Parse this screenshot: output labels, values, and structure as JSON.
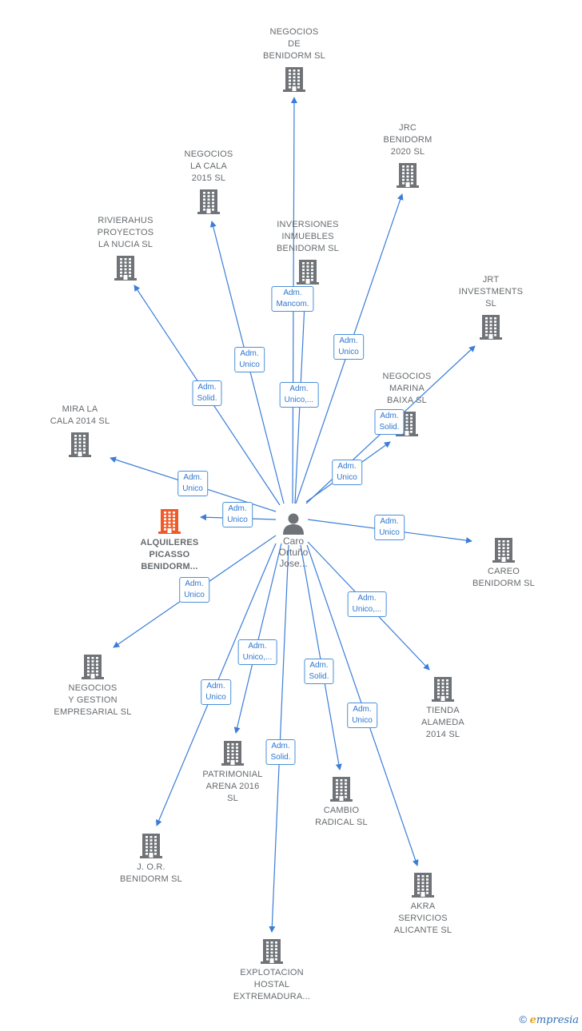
{
  "center": {
    "name_lines": [
      "Caro",
      "Ortuño",
      "Jose..."
    ],
    "icon": "person-icon"
  },
  "companies": [
    {
      "id": "negocios-de-benidorm",
      "lines": [
        "NEGOCIOS",
        "DE",
        "BENIDORM SL"
      ],
      "highlight": false
    },
    {
      "id": "jrc-benidorm",
      "lines": [
        "JRC",
        "BENIDORM",
        "2020  SL"
      ],
      "highlight": false
    },
    {
      "id": "negocios-la-cala",
      "lines": [
        "NEGOCIOS",
        "LA CALA",
        "2015  SL"
      ],
      "highlight": false
    },
    {
      "id": "rivierahus",
      "lines": [
        "RIVIERAHUS",
        "PROYECTOS",
        "LA NUCIA  SL"
      ],
      "highlight": false
    },
    {
      "id": "inversiones-inmuebles",
      "lines": [
        "INVERSIONES",
        "INMUEBLES",
        "BENIDORM  SL"
      ],
      "highlight": false
    },
    {
      "id": "jrt-investments",
      "lines": [
        "JRT",
        "INVESTMENTS",
        "SL"
      ],
      "highlight": false
    },
    {
      "id": "negocios-marina-baixa",
      "lines": [
        "NEGOCIOS",
        "MARINA",
        "BAIXA SL"
      ],
      "highlight": false
    },
    {
      "id": "mira-la-cala",
      "lines": [
        "MIRA LA",
        "CALA 2014  SL"
      ],
      "highlight": false
    },
    {
      "id": "alquileres-picasso",
      "lines": [
        "ALQUILERES",
        "PICASSO",
        "BENIDORM..."
      ],
      "highlight": true
    },
    {
      "id": "careo-benidorm",
      "lines": [
        "CAREO",
        "BENIDORM SL"
      ],
      "highlight": false
    },
    {
      "id": "negocios-y-gestion",
      "lines": [
        "NEGOCIOS",
        "Y GESTION",
        "EMPRESARIAL SL"
      ],
      "highlight": false
    },
    {
      "id": "tienda-alameda",
      "lines": [
        "TIENDA",
        "ALAMEDA",
        "2014  SL"
      ],
      "highlight": false
    },
    {
      "id": "patrimonial-arena",
      "lines": [
        "PATRIMONIAL",
        "ARENA 2016",
        "SL"
      ],
      "highlight": false
    },
    {
      "id": "cambio-radical",
      "lines": [
        "CAMBIO",
        "RADICAL SL"
      ],
      "highlight": false
    },
    {
      "id": "jor-benidorm",
      "lines": [
        "J. O.R.",
        "BENIDORM SL"
      ],
      "highlight": false
    },
    {
      "id": "akra-servicios",
      "lines": [
        "AKRA",
        "SERVICIOS",
        "ALICANTE  SL"
      ],
      "highlight": false
    },
    {
      "id": "explotacion-hostal",
      "lines": [
        "EXPLOTACION",
        "HOSTAL",
        "EXTREMADURA..."
      ],
      "highlight": false
    }
  ],
  "edges": [
    {
      "target": "negocios-de-benidorm",
      "label": [
        "Adm.",
        "Mancom."
      ]
    },
    {
      "target": "jrc-benidorm",
      "label": [
        "Adm.",
        "Unico"
      ]
    },
    {
      "target": "negocios-la-cala",
      "label": [
        "Adm.",
        "Unico"
      ]
    },
    {
      "target": "rivierahus",
      "label": [
        "Adm.",
        "Solid."
      ]
    },
    {
      "target": "inversiones-inmuebles",
      "label": [
        "Adm.",
        "Unico,..."
      ]
    },
    {
      "target": "jrt-investments",
      "label": [
        "Adm.",
        "Solid."
      ]
    },
    {
      "target": "negocios-marina-baixa",
      "label": [
        "Adm.",
        "Unico"
      ]
    },
    {
      "target": "mira-la-cala",
      "label": [
        "Adm.",
        "Unico"
      ]
    },
    {
      "target": "alquileres-picasso",
      "label": [
        "Adm.",
        "Unico"
      ]
    },
    {
      "target": "careo-benidorm",
      "label": [
        "Adm.",
        "Unico"
      ]
    },
    {
      "target": "negocios-y-gestion",
      "label": [
        "Adm.",
        "Unico"
      ]
    },
    {
      "target": "tienda-alameda",
      "label": [
        "Adm.",
        "Unico,..."
      ]
    },
    {
      "target": "patrimonial-arena",
      "label": [
        "Adm.",
        "Unico,..."
      ]
    },
    {
      "target": "cambio-radical",
      "label": [
        "Adm.",
        "Solid."
      ]
    },
    {
      "target": "jor-benidorm",
      "label": [
        "Adm.",
        "Unico"
      ]
    },
    {
      "target": "akra-servicios",
      "label": [
        "Adm.",
        "Unico"
      ]
    },
    {
      "target": "explotacion-hostal",
      "label": [
        "Adm.",
        "Solid."
      ]
    }
  ],
  "colors": {
    "edge": "#3b7dd8",
    "building": "#6f7377",
    "building_highlight": "#f05a28",
    "label_text": "#666a6e"
  },
  "footer": {
    "copyright": "©",
    "brand_initial": "e",
    "brand_rest": "mpresia"
  }
}
